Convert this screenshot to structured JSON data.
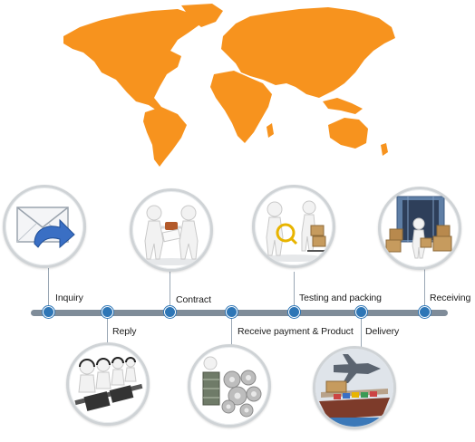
{
  "colors": {
    "map": "#f7931e",
    "timeline": "#7f8c99",
    "node": "#2e76b6"
  },
  "steps": [
    {
      "id": "inquiry",
      "label": "Inquiry",
      "icon": "envelope-reply-icon"
    },
    {
      "id": "reply",
      "label": "Reply",
      "icon": "call-center-icon"
    },
    {
      "id": "contract",
      "label": "Contract",
      "icon": "handshake-contract-icon"
    },
    {
      "id": "payment",
      "label": "Receive payment & Product",
      "icon": "money-gears-icon"
    },
    {
      "id": "testing",
      "label": "Testing and packing",
      "icon": "testing-packing-icon"
    },
    {
      "id": "delivery",
      "label": "Delivery",
      "icon": "plane-ship-icon"
    },
    {
      "id": "receiving",
      "label": "Receiving",
      "icon": "container-boxes-icon"
    }
  ]
}
